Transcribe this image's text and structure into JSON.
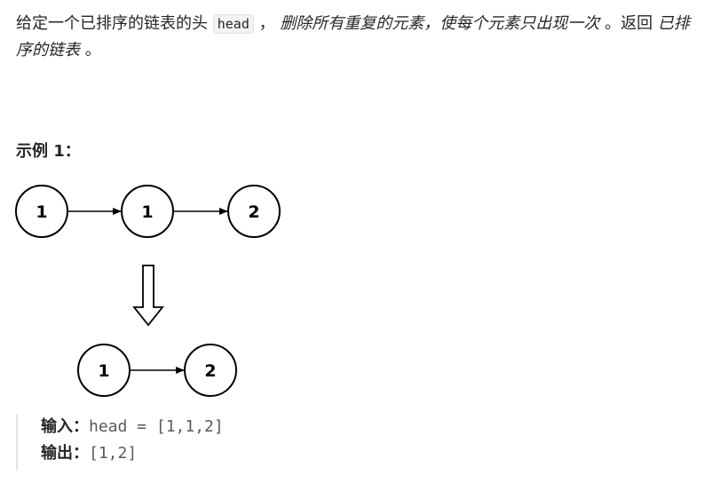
{
  "description": {
    "part1": "给定一个已排序的链表的头 ",
    "code_head": "head",
    "part2": " ， ",
    "emphasis1": "删除所有重复的元素，使每个元素只出现一次",
    "part3": " 。返回 ",
    "emphasis2": "已排序的链表",
    "part4": " 。"
  },
  "example": {
    "title": "示例 1：",
    "diagram": {
      "before_nodes": [
        "1",
        "1",
        "2"
      ],
      "after_nodes": [
        "1",
        "2"
      ]
    },
    "input_label": "输入：",
    "input_value": "head = [1,1,2]",
    "output_label": "输出：",
    "output_value": "[1,2]"
  }
}
